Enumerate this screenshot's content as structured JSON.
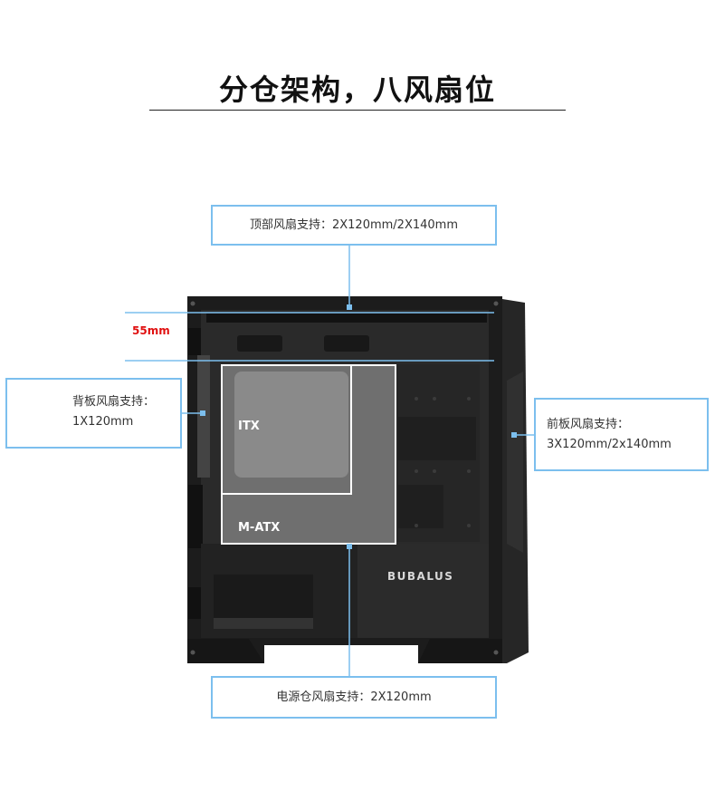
{
  "header": {
    "title": "分仓架构，八风扇位"
  },
  "case": {
    "brand": "BUBALUS",
    "clearance_label": "55mm",
    "boards": {
      "itx": "ITX",
      "matx": "M-ATX"
    }
  },
  "callouts": {
    "top": "顶部风扇支持：2X120mm/2X140mm",
    "rear": {
      "line1": "背板风扇支持：",
      "line2": "1X120mm"
    },
    "front": {
      "line1": "前板风扇支持：",
      "line2": "3X120mm/2x140mm"
    },
    "psu": "电源仓风扇支持：2X120mm"
  },
  "colors": {
    "callout_border": "#7cbfee",
    "clearance_text": "#e01010",
    "case_body": "#1c1c1c"
  }
}
